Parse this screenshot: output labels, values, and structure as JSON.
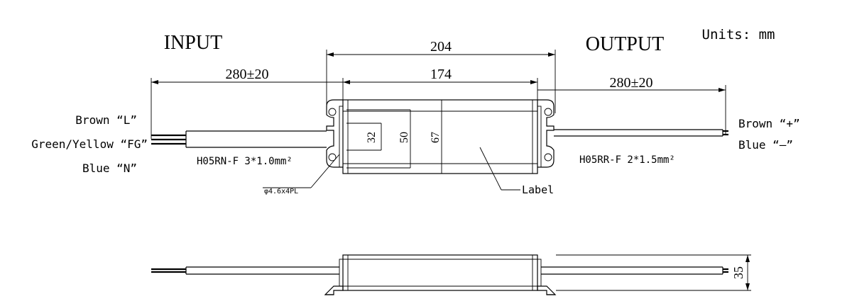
{
  "units": "Units: mm",
  "input_title": "INPUT",
  "output_title": "OUTPUT",
  "dimensions": {
    "overall_length": "204",
    "case_length": "174",
    "input_cable": "280±20",
    "output_cable": "280±20",
    "width_inner": "32",
    "width_mid": "50",
    "width_outer": "67",
    "height": "35"
  },
  "input_wires": [
    "Brown “L”",
    "Green/Yellow “FG”",
    "Blue “N”"
  ],
  "output_wires": [
    "Brown “+”",
    "Blue “–”"
  ],
  "input_cable_spec": "H05RN-F 3*1.0mm²",
  "output_cable_spec": "H05RR-F 2*1.5mm²",
  "hole_spec": "φ4.6x4PL",
  "label_callout": "Label"
}
